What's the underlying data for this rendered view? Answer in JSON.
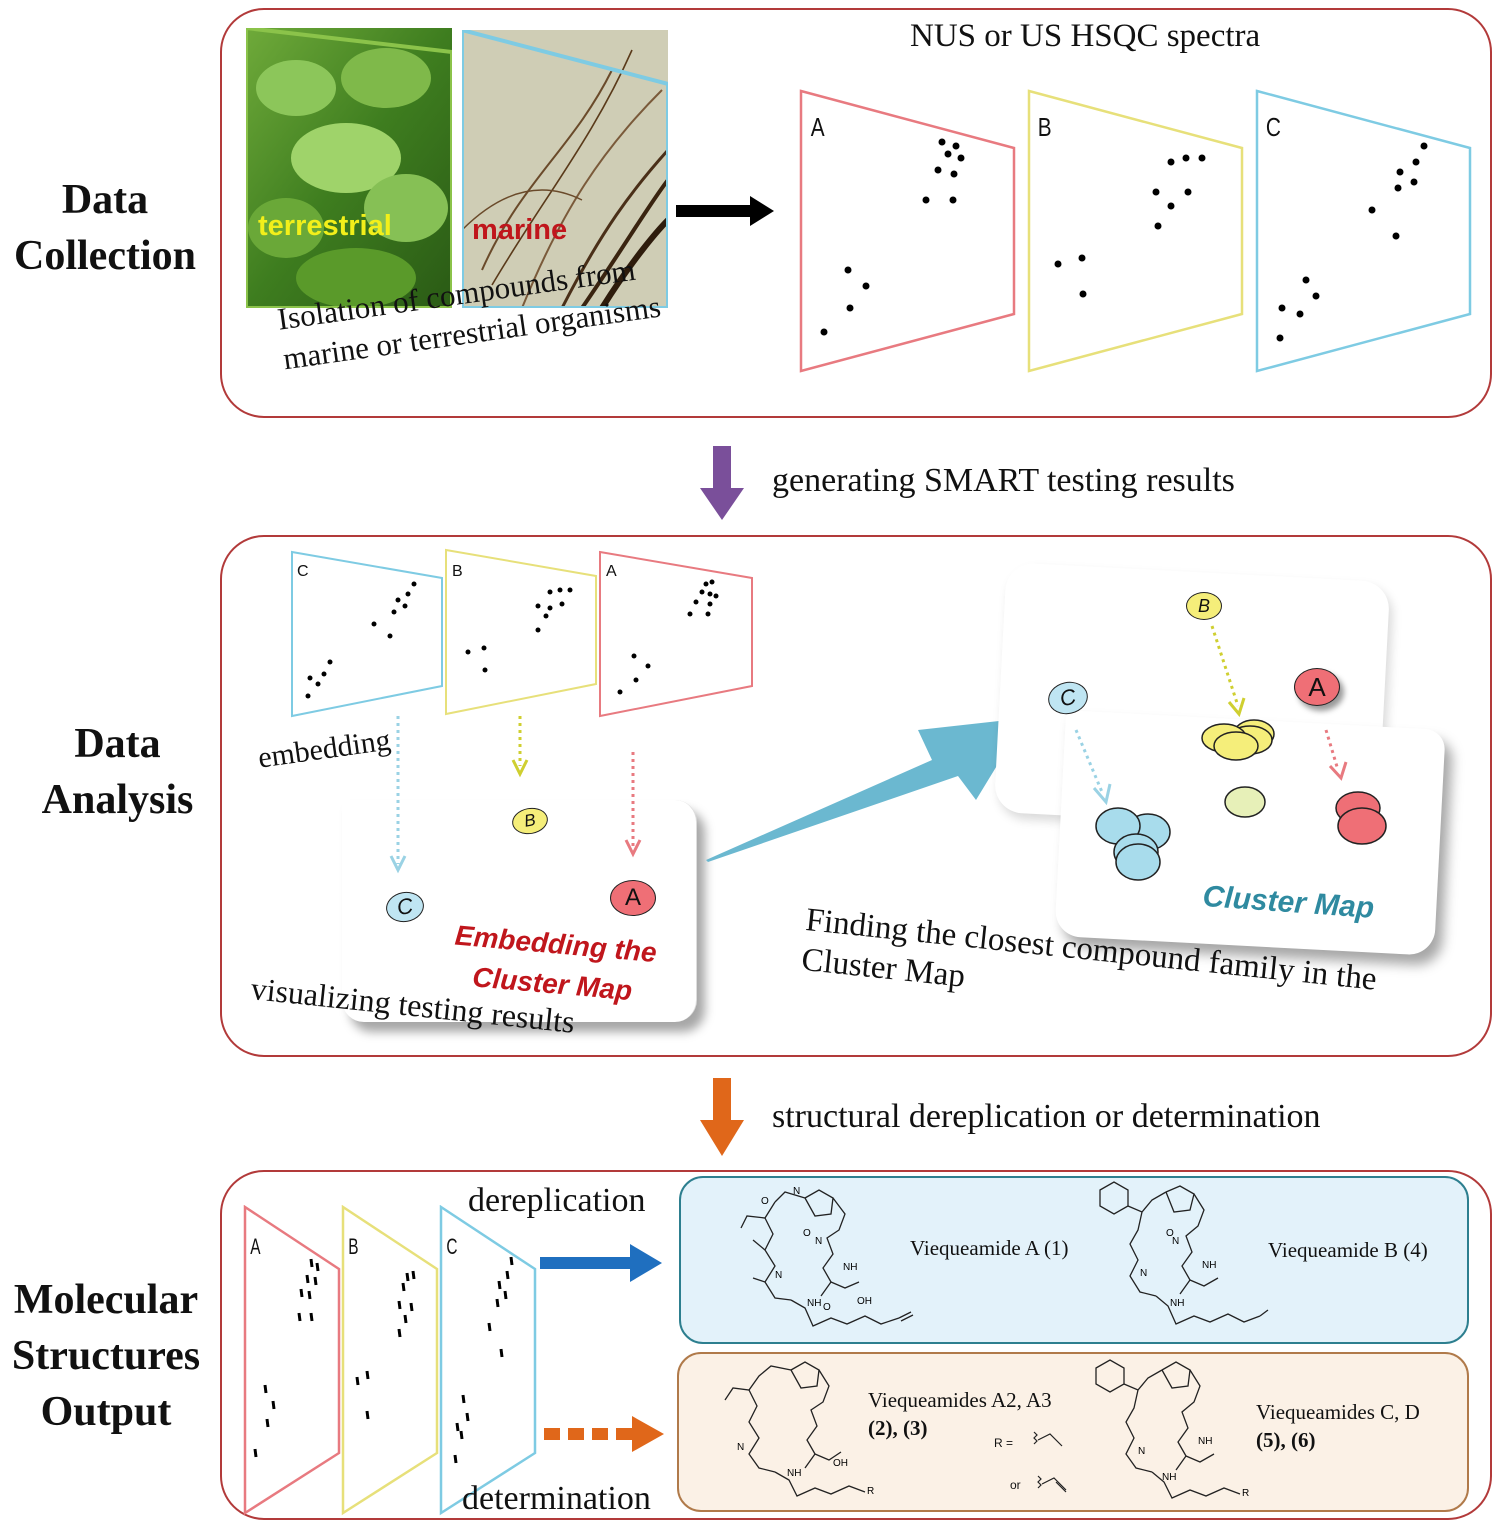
{
  "sections": {
    "collection": "Data Collection",
    "analysis": "Data Analysis",
    "output": "Molecular Structures Output"
  },
  "collection": {
    "photo_terrestrial": "terrestrial",
    "photo_marine": "marine",
    "isolation_line1": "Isolation of compounds from",
    "isolation_line2": "marine or terrestrial organisms",
    "spectra_title": "NUS or US HSQC spectra",
    "spectra": [
      {
        "label": "A",
        "color": "#e87a80"
      },
      {
        "label": "B",
        "color": "#e7e07a"
      },
      {
        "label": "C",
        "color": "#7ecbe3"
      }
    ]
  },
  "steps": {
    "smart": "generating SMART testing results",
    "structural": "structural dereplication or determination"
  },
  "analysis": {
    "embedding": "embedding",
    "visualizing": "visualizing testing results",
    "embed_map_line1": "Embedding the",
    "embed_map_line2": "Cluster Map",
    "finding_line1": "Finding the closest compound family in the",
    "finding_line2": "Cluster Map",
    "cluster_map": "Cluster Map",
    "mini_spectra": [
      "C",
      "B",
      "A"
    ],
    "markers": {
      "a": "A",
      "b": "B",
      "c": "C"
    }
  },
  "output": {
    "dereplication": "dereplication",
    "determination": "determination",
    "spectra": [
      "A",
      "B",
      "C"
    ],
    "viequeamide_a": "Viequeamide A (1)",
    "viequeamide_b": "Viequeamide B (4)",
    "viequeamides_a2a3_line1": "Viequeamides A2, A3",
    "viequeamides_a2a3_line2": "(2), (3)",
    "viequeamides_cd_line1": "Viequeamides C, D",
    "viequeamides_cd_line2": "(5), (6)",
    "r_label": "R =",
    "or_label": "or",
    "atoms": {
      "o": "O",
      "n": "N",
      "nh": "NH",
      "oh": "OH",
      "r": "R"
    }
  },
  "colors": {
    "panel_border": "#b23a3a",
    "pink": "#e87a80",
    "yellow": "#e7e07a",
    "blue": "#7ecbe3",
    "arrow_purple": "#7a4f9a",
    "arrow_orange": "#e0671a",
    "arrow_blue": "#1f6fbf",
    "big_arrow": "#6bb8d0",
    "derep_bg": "#e3f2fa",
    "derep_border": "#2d7f8f",
    "determ_bg": "#fbf1e6",
    "determ_border": "#b07a4a",
    "embed_text": "#c0161c",
    "cluster_text": "#2f8aa0"
  }
}
